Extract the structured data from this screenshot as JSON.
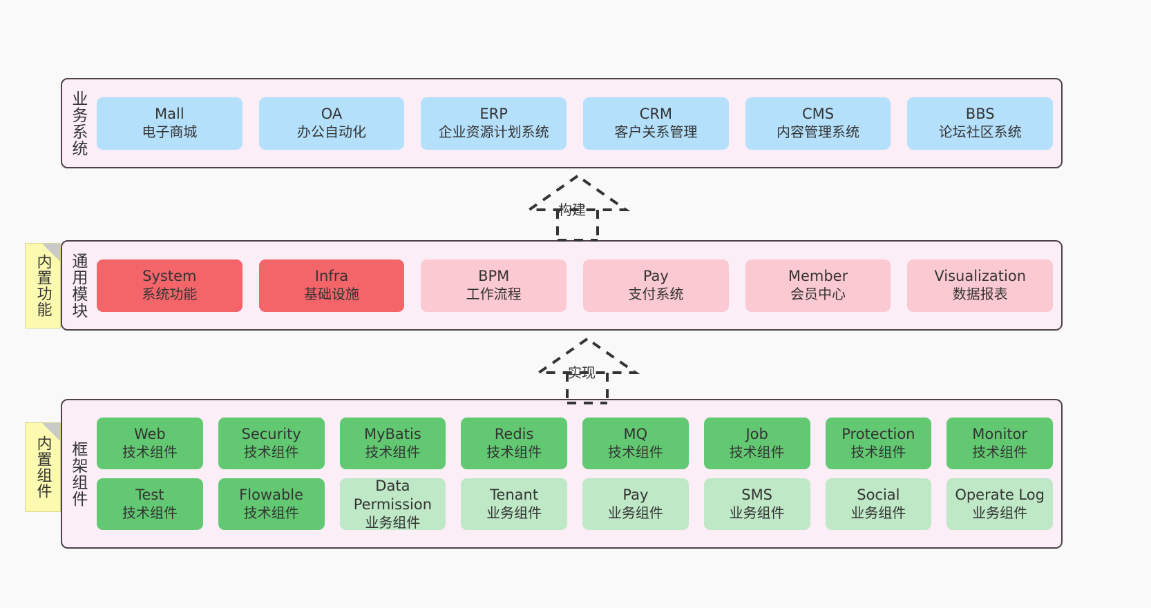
{
  "diagram": {
    "title": "架构图",
    "background": "#f9f9f9",
    "layer_fill": "#fbeef7",
    "layer_stroke": "#4d4049",
    "note_fill": "#fcfab0"
  },
  "layers": [
    {
      "id": "business-system",
      "title": "业务系统",
      "note": null,
      "color": "#b5e0fb",
      "rows": [
        {
          "cards": [
            {
              "en": "Mall",
              "cn": "电子商城",
              "style": "blue"
            },
            {
              "en": "OA",
              "cn": "办公自动化",
              "style": "blue"
            },
            {
              "en": "ERP",
              "cn": "企业资源计划系统",
              "style": "blue"
            },
            {
              "en": "CRM",
              "cn": "客户关系管理",
              "style": "blue"
            },
            {
              "en": "CMS",
              "cn": "内容管理系统",
              "style": "blue"
            },
            {
              "en": "BBS",
              "cn": "论坛社区系统",
              "style": "blue"
            }
          ]
        }
      ]
    },
    {
      "id": "common-module",
      "title": "通用模块",
      "note": "内置功能",
      "rows": [
        {
          "cards": [
            {
              "en": "System",
              "cn": "系统功能",
              "style": "red"
            },
            {
              "en": "Infra",
              "cn": "基础设施",
              "style": "red"
            },
            {
              "en": "BPM",
              "cn": "工作流程",
              "style": "pink"
            },
            {
              "en": "Pay",
              "cn": "支付系统",
              "style": "pink"
            },
            {
              "en": "Member",
              "cn": "会员中心",
              "style": "pink"
            },
            {
              "en": "Visualization",
              "cn": "数据报表",
              "style": "pink"
            }
          ]
        }
      ]
    },
    {
      "id": "framework-component",
      "title": "框架组件",
      "note": "内置组件",
      "rows": [
        {
          "cards": [
            {
              "en": "Web",
              "cn": "技术组件",
              "style": "green"
            },
            {
              "en": "Security",
              "cn": "技术组件",
              "style": "green"
            },
            {
              "en": "MyBatis",
              "cn": "技术组件",
              "style": "green"
            },
            {
              "en": "Redis",
              "cn": "技术组件",
              "style": "green"
            },
            {
              "en": "MQ",
              "cn": "技术组件",
              "style": "green"
            },
            {
              "en": "Job",
              "cn": "技术组件",
              "style": "green"
            },
            {
              "en": "Protection",
              "cn": "技术组件",
              "style": "green"
            },
            {
              "en": "Monitor",
              "cn": "技术组件",
              "style": "green"
            }
          ]
        },
        {
          "cards": [
            {
              "en": "Test",
              "cn": "技术组件",
              "style": "green"
            },
            {
              "en": "Flowable",
              "cn": "技术组件",
              "style": "green"
            },
            {
              "en": "Data Permission",
              "cn": "业务组件",
              "style": "green2"
            },
            {
              "en": "Tenant",
              "cn": "业务组件",
              "style": "green2"
            },
            {
              "en": "Pay",
              "cn": "业务组件",
              "style": "green2"
            },
            {
              "en": "SMS",
              "cn": "业务组件",
              "style": "green2"
            },
            {
              "en": "Social",
              "cn": "业务组件",
              "style": "green2"
            },
            {
              "en": "Operate Log",
              "cn": "业务组件",
              "style": "green2"
            }
          ]
        }
      ]
    }
  ],
  "connectors": [
    {
      "id": "build",
      "label": "构建",
      "from": "common-module",
      "to": "business-system",
      "style": "dashed-hollow-triangle"
    },
    {
      "id": "implement",
      "label": "实现",
      "from": "framework-component",
      "to": "common-module",
      "style": "dashed-hollow-triangle"
    }
  ]
}
